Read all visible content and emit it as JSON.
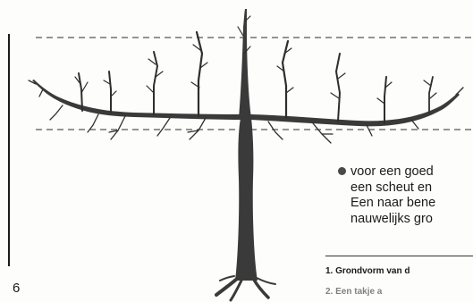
{
  "page_number": "6",
  "caption": {
    "line1": "voor een goed",
    "line2": "een scheut en",
    "line3": "Een naar bene",
    "line4": "nauwelijks gro"
  },
  "notes": [
    "1. Grondvorm van d",
    "2. Een takje        a"
  ],
  "colors": {
    "ink": "#1a1a1a",
    "trunk": "#3c3c3c",
    "paper": "#fdfdfc"
  }
}
